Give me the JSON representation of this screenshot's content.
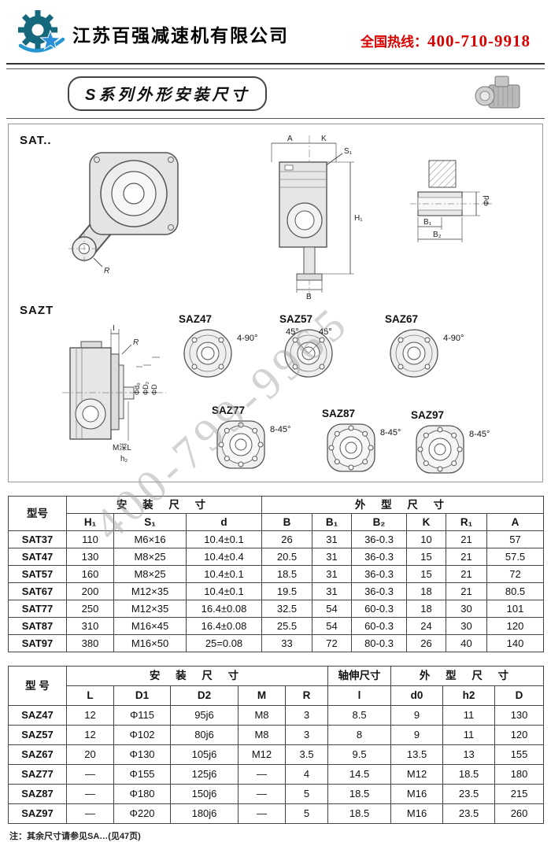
{
  "header": {
    "company": "江苏百强减速机有限公司",
    "hotline_label": "全国热线：",
    "hotline_number": "400-710-9918"
  },
  "title": {
    "badge": "S系列外形安装尺寸"
  },
  "diagram": {
    "sat_label": "SAT..",
    "sazt_label": "SAZT",
    "watermark": "400-799-9965",
    "labels": {
      "A": "A",
      "K": "K",
      "S1": "S₁",
      "H1": "H₁",
      "B": "B",
      "phi_d": "Φd",
      "B1": "B₁",
      "B2": "B₂",
      "I": "I",
      "R": "R",
      "R_front": "R",
      "phi_d0": "Φd₀",
      "phi_D2": "ΦD₂",
      "phi_D": "ΦD",
      "M_depth": "M深L",
      "h2": "h₂"
    },
    "flanges": [
      {
        "name": "SAZ47",
        "angle": "4-90°"
      },
      {
        "name": "SAZ57",
        "angle": "45°",
        "angle2": "45°"
      },
      {
        "name": "SAZ67",
        "angle": "4-90°"
      },
      {
        "name": "SAZ77",
        "angle": "8-45°"
      },
      {
        "name": "SAZ87",
        "angle": "8-45°"
      },
      {
        "name": "SAZ97",
        "angle": "8-45°"
      }
    ]
  },
  "sat_table": {
    "model_header": "型号",
    "group_install": "安 装 尺 寸",
    "group_outline": "外 型 尺 寸",
    "columns": [
      "H₁",
      "S₁",
      "d",
      "B",
      "B₁",
      "B₂",
      "K",
      "R₁",
      "A"
    ],
    "rows": [
      [
        "SAT37",
        "110",
        "M6×16",
        "10.4±0.1",
        "26",
        "31",
        "36-0.3",
        "10",
        "21",
        "57"
      ],
      [
        "SAT47",
        "130",
        "M8×25",
        "10.4±0.4",
        "20.5",
        "31",
        "36-0.3",
        "15",
        "21",
        "57.5"
      ],
      [
        "SAT57",
        "160",
        "M8×25",
        "10.4±0.1",
        "18.5",
        "31",
        "36-0.3",
        "15",
        "21",
        "72"
      ],
      [
        "SAT67",
        "200",
        "M12×35",
        "10.4±0.1",
        "19.5",
        "31",
        "36-0.3",
        "18",
        "21",
        "80.5"
      ],
      [
        "SAT77",
        "250",
        "M12×35",
        "16.4±0.08",
        "32.5",
        "54",
        "60-0.3",
        "18",
        "30",
        "101"
      ],
      [
        "SAT87",
        "310",
        "M16×45",
        "16.4±0.08",
        "25.5",
        "54",
        "60-0.3",
        "24",
        "30",
        "120"
      ],
      [
        "SAT97",
        "380",
        "M16×50",
        "25=0.08",
        "33",
        "72",
        "80-0.3",
        "26",
        "40",
        "140"
      ]
    ]
  },
  "saz_table": {
    "model_header": "型 号",
    "group_install": "安 装 尺 寸",
    "group_shaft": "轴伸尺寸",
    "group_outline": "外 型 尺 寸",
    "columns": [
      "L",
      "D1",
      "D2",
      "M",
      "R",
      "l",
      "d0",
      "h2",
      "D"
    ],
    "rows": [
      [
        "SAZ47",
        "12",
        "Φ115",
        "95j6",
        "M8",
        "3",
        "8.5",
        "9",
        "11",
        "130"
      ],
      [
        "SAZ57",
        "12",
        "Φ102",
        "80j6",
        "M8",
        "3",
        "8",
        "9",
        "11",
        "120"
      ],
      [
        "SAZ67",
        "20",
        "Φ130",
        "105j6",
        "M12",
        "3.5",
        "9.5",
        "13.5",
        "13",
        "155"
      ],
      [
        "SAZ77",
        "—",
        "Φ155",
        "125j6",
        "—",
        "4",
        "14.5",
        "M12",
        "18.5",
        "180"
      ],
      [
        "SAZ87",
        "—",
        "Φ180",
        "150j6",
        "—",
        "5",
        "18.5",
        "M16",
        "23.5",
        "215"
      ],
      [
        "SAZ97",
        "—",
        "Φ220",
        "180j6",
        "—",
        "5",
        "18.5",
        "M16",
        "23.5",
        "260"
      ]
    ]
  },
  "note": "注：其余尺寸请参见SA…(见47页)"
}
